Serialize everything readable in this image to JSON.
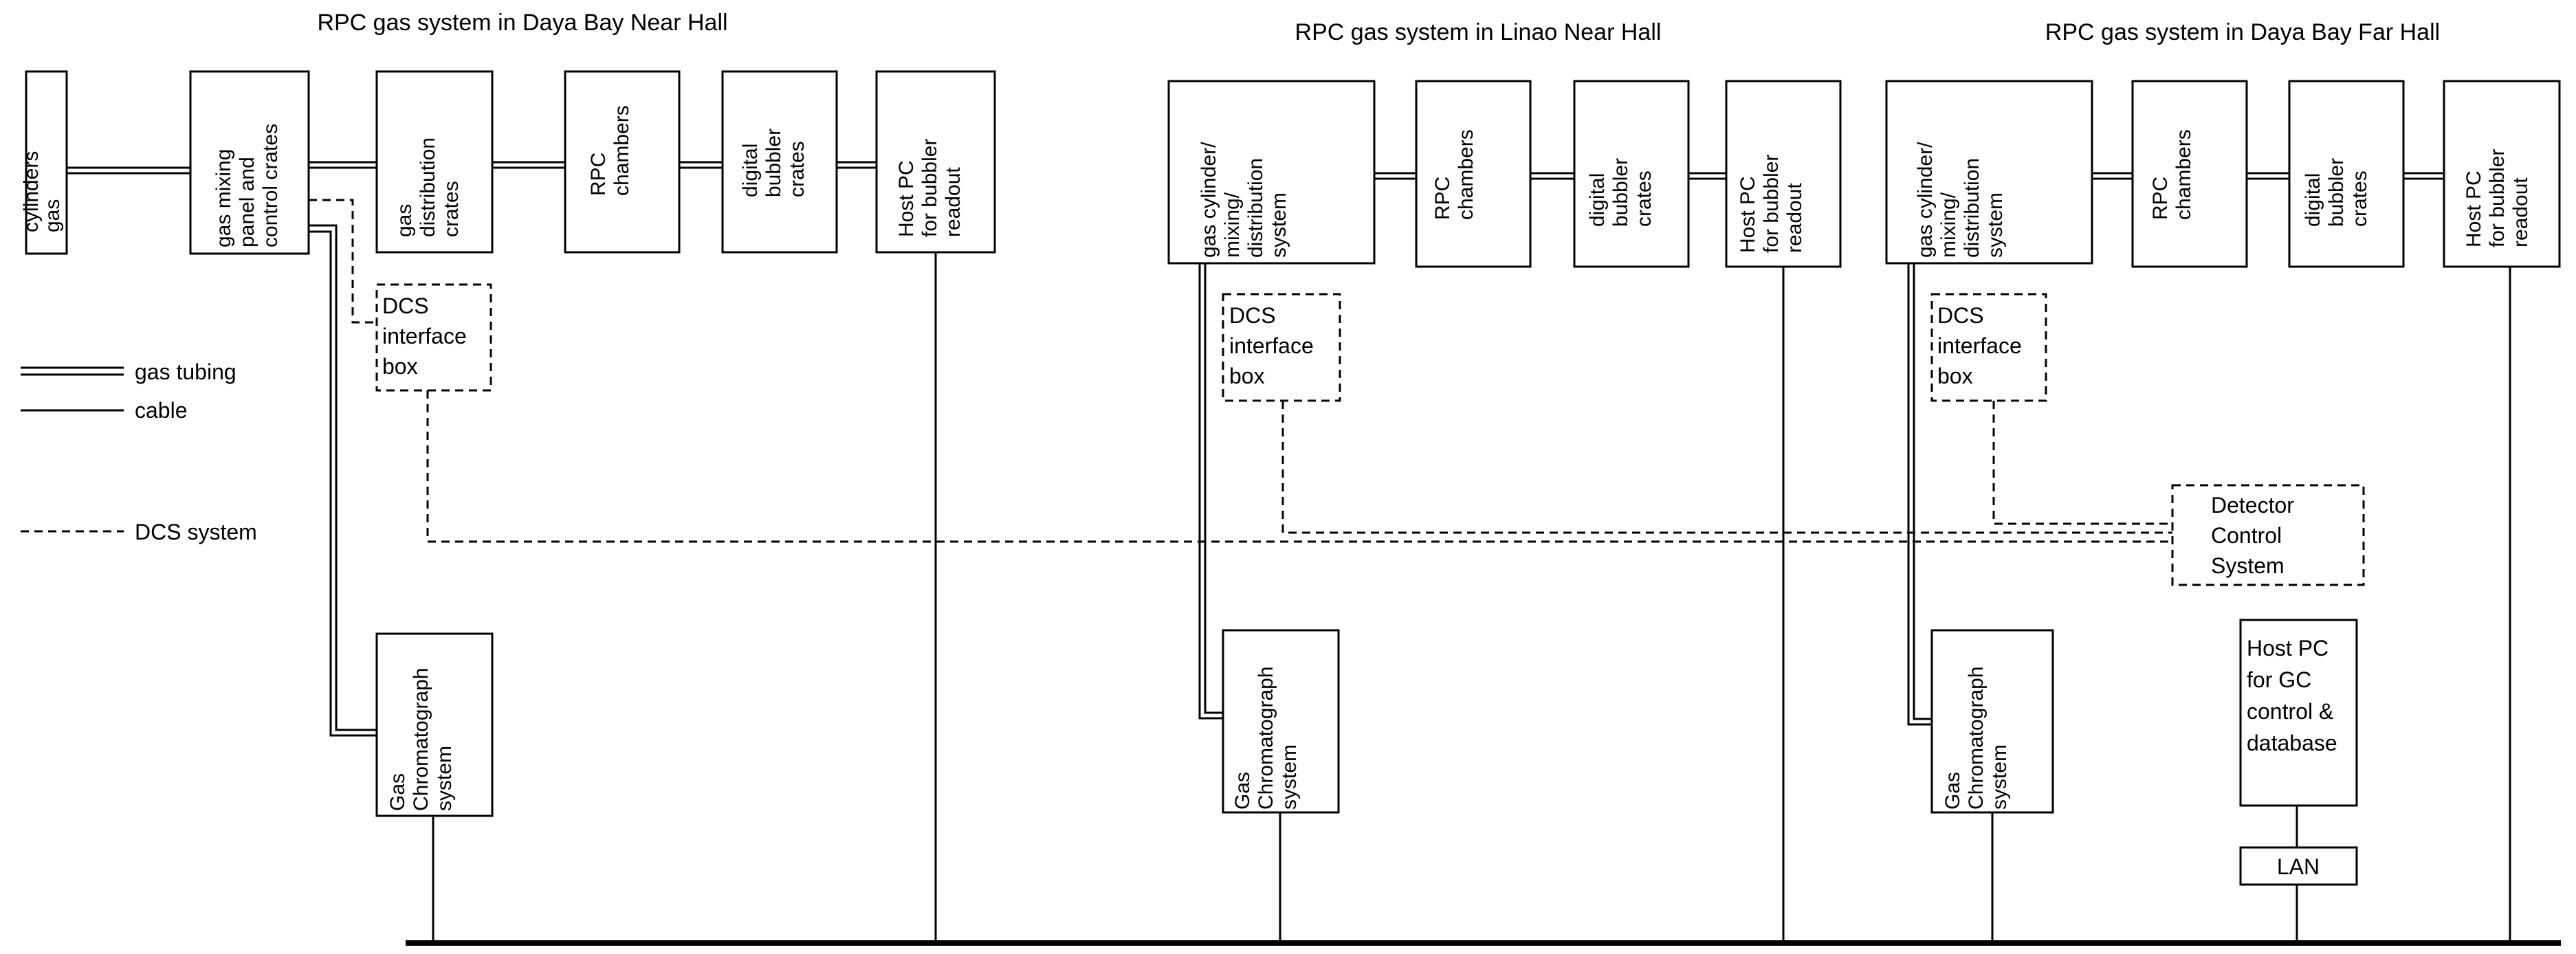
{
  "titles": {
    "near_daya": "RPC gas system in Daya Bay Near Hall",
    "near_linao": "RPC gas system in Linao Near Hall",
    "far": "RPC gas system in Daya Bay Far Hall"
  },
  "legend": {
    "gas_tubing": "gas tubing",
    "cable": "cable",
    "dcs": "DCS system"
  },
  "daya_near": {
    "cylinders": [
      "gas",
      "cylinders"
    ],
    "mixing": [
      "gas mixing",
      "panel and",
      "control crates"
    ],
    "distribution": [
      "gas",
      "distribution",
      "crates"
    ],
    "rpc": [
      "RPC",
      "chambers"
    ],
    "bubbler": [
      "digital",
      "bubbler",
      "crates"
    ],
    "hostpc": [
      "Host PC",
      "for bubbler",
      "readout"
    ],
    "dcs_box": [
      "DCS",
      "interface",
      "box"
    ],
    "gc": [
      "Gas",
      "Chromatograph",
      "system"
    ]
  },
  "linao_near": {
    "system": [
      "gas cylinder/",
      "mixing/",
      "distribution",
      "system"
    ],
    "rpc": [
      "RPC",
      "chambers"
    ],
    "bubbler": [
      "digital",
      "bubbler",
      "crates"
    ],
    "hostpc": [
      "Host PC",
      "for bubbler",
      "readout"
    ],
    "dcs_box": [
      "DCS",
      "interface",
      "box"
    ],
    "gc": [
      "Gas",
      "Chromatograph",
      "system"
    ]
  },
  "daya_far": {
    "system": [
      "gas cylinder/",
      "mixing/",
      "distribution",
      "system"
    ],
    "rpc": [
      "RPC",
      "chambers"
    ],
    "bubbler": [
      "digital",
      "bubbler",
      "crates"
    ],
    "hostpc": [
      "Host PC",
      "for bubbler",
      "readout"
    ],
    "dcs_box": [
      "DCS",
      "interface",
      "box"
    ],
    "gc": [
      "Gas",
      "Chromatograph",
      "system"
    ],
    "dcs_control": [
      "Detector",
      "Control",
      "System"
    ],
    "gc_host": [
      "Host PC",
      "for GC",
      "control &",
      "database"
    ],
    "lan": "LAN"
  }
}
